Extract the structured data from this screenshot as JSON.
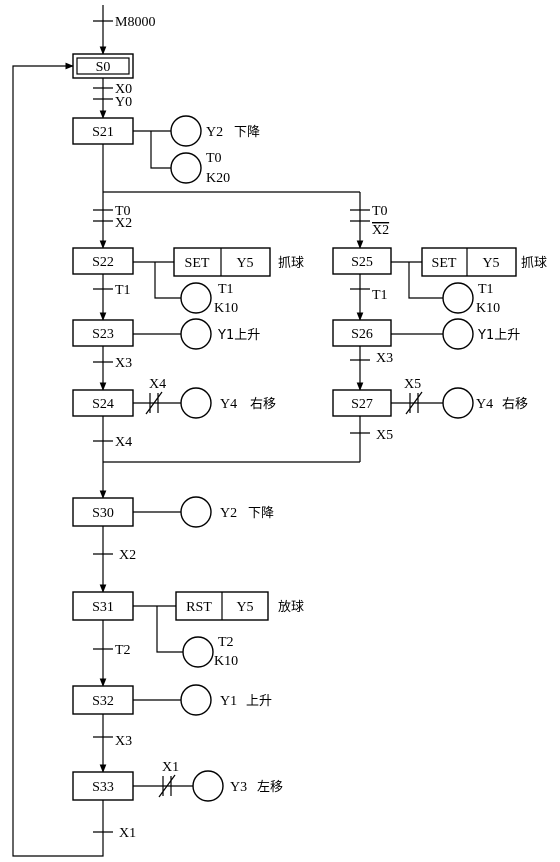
{
  "initial_condition": "M8000",
  "steps": {
    "s0": "S0",
    "s21": "S21",
    "s22": "S22",
    "s23": "S23",
    "s24": "S24",
    "s25": "S25",
    "s26": "S26",
    "s27": "S27",
    "s30": "S30",
    "s31": "S31",
    "s32": "S32",
    "s33": "S33"
  },
  "transitions": {
    "s0_a": "X0",
    "s0_b": "Y0",
    "left_a": "T0",
    "left_b": "X2",
    "right_a": "T0",
    "right_b": "X2",
    "s22_s23": "T1",
    "s23_s24": "X3",
    "s24_out": "X4",
    "s26_s27": "X3",
    "s27_out": "X5",
    "s30_s31": "X2",
    "s31_s32": "T2",
    "s32_s33": "X3",
    "s33_s0": "X1"
  },
  "actions": {
    "s21_coil": "Y2",
    "s21_text": "下降",
    "s21_timer": "T0",
    "s21_timer_k": "K20",
    "s22_instr": "SET",
    "s22_operand": "Y5",
    "s22_text": "抓球",
    "s22_timer": "T1",
    "s22_timer_k": "K10",
    "s23_coil": "Y1上升",
    "s24_contact": "X4",
    "s24_coil": "Y4",
    "s24_text": "右移",
    "s25_instr": "SET",
    "s25_operand": "Y5",
    "s25_text": "抓球",
    "s25_timer": "T1",
    "s25_timer_k": "K10",
    "s26_coil": "Y1上升",
    "s27_contact": "X5",
    "s27_coil": "Y4",
    "s27_text": "右移",
    "s30_coil": "Y2",
    "s30_text": "下降",
    "s31_instr": "RST",
    "s31_operand": "Y5",
    "s31_text": "放球",
    "s31_timer": "T2",
    "s31_timer_k": "K10",
    "s32_coil": "Y1",
    "s32_text": "上升",
    "s33_contact": "X1",
    "s33_coil": "Y3",
    "s33_text": "左移"
  }
}
